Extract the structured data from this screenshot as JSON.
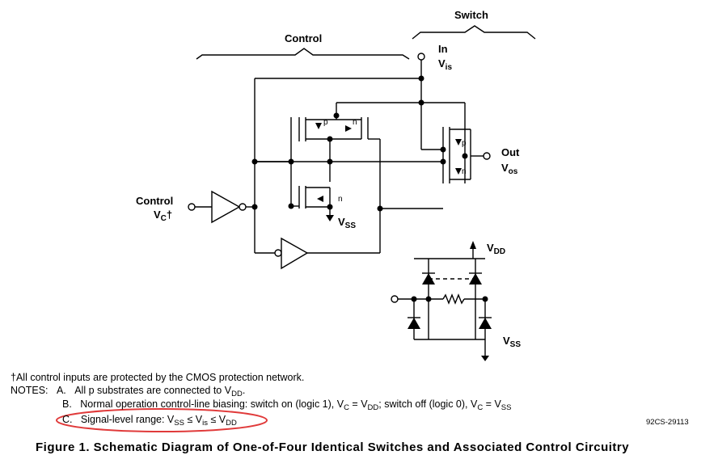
{
  "labels": {
    "switch": "Switch",
    "control": "Control",
    "in": "In",
    "v_is": "V",
    "v_is_sub": "is",
    "out": "Out",
    "v_os": "V",
    "v_os_sub": "os",
    "control_input": "Control",
    "vc": "V",
    "vc_sub": "C",
    "dagger": "†",
    "vss_1": "V",
    "vss_1_sub": "SS",
    "vdd": "V",
    "vdd_sub": "DD",
    "vss_2": "V",
    "vss_2_sub": "SS",
    "p1": "p",
    "n1": "n",
    "n2": "n",
    "p_switch": "p",
    "n_switch": "n"
  },
  "notes": {
    "dagger_line": "All control inputs are protected by the CMOS protection network.",
    "notes_label": "NOTES:",
    "a_letter": "A.",
    "a_text": "All p substrates are connected to V",
    "a_sub": "DD",
    "a_end": ".",
    "b_letter": "B.",
    "b_text1": "Normal operation control-line biasing: switch on (logic 1), V",
    "b_sub1": "C",
    "b_text2": " = V",
    "b_sub2": "DD",
    "b_text3": "; switch off (logic 0), V",
    "b_sub3": "C",
    "b_text4": " = V",
    "b_sub4": "SS",
    "c_letter": "C.",
    "c_text1": "Signal-level range: V",
    "c_sub1": "SS",
    "c_text2": " ≤ V",
    "c_sub2": "is",
    "c_text3": " ≤ V",
    "c_sub3": "DD"
  },
  "ref_code": "92CS-29113",
  "figure_title": "Figure 1. Schematic Diagram of One-of-Four Identical Switches and Associated Control Circuitry",
  "colors": {
    "ink": "#000000",
    "highlight": "#e03a3a"
  }
}
